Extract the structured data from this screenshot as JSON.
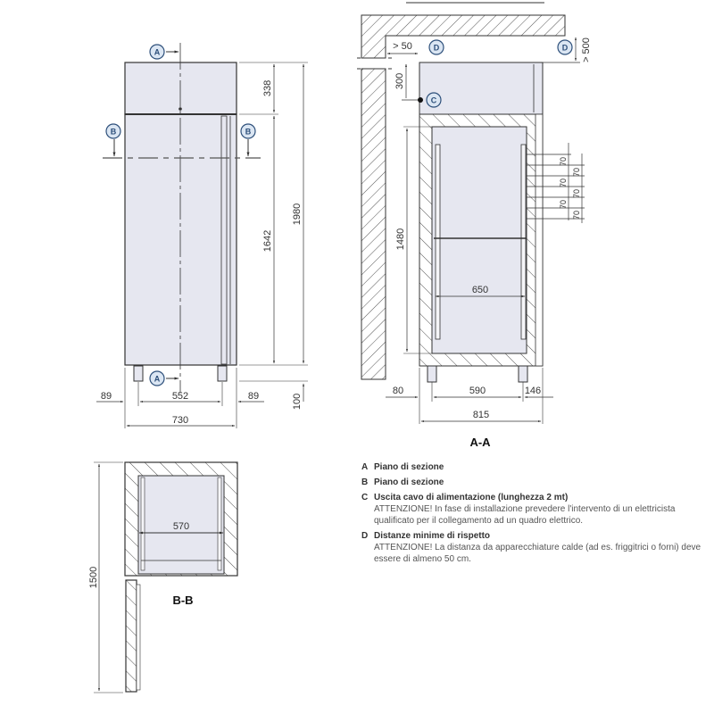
{
  "colors": {
    "cabinet_fill": "#e6e7f0",
    "line": "#333333",
    "hatch": "#555555",
    "wall_fill": "#ffffff",
    "bubble_fill": "#dbe6f3",
    "bubble_stroke": "#2d4f7a"
  },
  "front_view": {
    "section_markers": [
      "A",
      "A",
      "B",
      "B"
    ],
    "dimensions": {
      "top_panel_height": "338",
      "door_height": "1642",
      "total_height": "1980",
      "feet_height": "100",
      "left_offset": "89",
      "feet_spacing": "552",
      "right_offset": "89",
      "total_width": "730"
    }
  },
  "section_aa": {
    "title": "A-A",
    "markers": [
      "C",
      "D",
      "D"
    ],
    "dimensions": {
      "side_clearance": "> 50",
      "top_clearance": "> 500",
      "cable_exit_height": "300",
      "interior_height": "1480",
      "shelf_pitch": [
        "70",
        "70",
        "70",
        "70",
        "70",
        "70"
      ],
      "interior_width": "650",
      "rear_offset": "80",
      "feet_spacing": "590",
      "front_offset": "146",
      "total_depth": "815"
    }
  },
  "section_bb": {
    "title": "B-B",
    "dimensions": {
      "interior_width": "570",
      "door_swing": "1500"
    }
  },
  "legend": {
    "items": [
      {
        "key": "A",
        "title": "Piano di sezione",
        "note": ""
      },
      {
        "key": "B",
        "title": "Piano di sezione",
        "note": ""
      },
      {
        "key": "C",
        "title": "Uscita cavo di alimentazione (lunghezza 2 mt)",
        "note": "ATTENZIONE! In fase di installazione prevedere l'intervento di un elettricista qualificato per il collegamento ad un quadro elettrico."
      },
      {
        "key": "D",
        "title": "Distanze minime di rispetto",
        "note": "ATTENZIONE! La distanza da apparecchiature calde (ad es. friggitrici o forni) deve essere di almeno 50 cm."
      }
    ]
  }
}
